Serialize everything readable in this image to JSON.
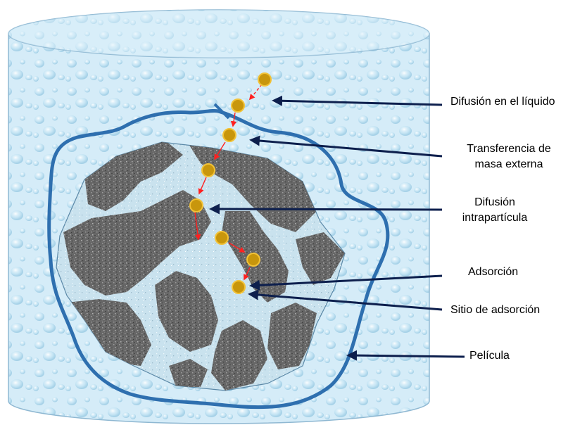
{
  "labels": {
    "liquid_diffusion": "Difusión en el líquido",
    "external_mass_transfer": [
      "Transferencia de",
      "masa externa"
    ],
    "intraparticle_diffusion": [
      "Difusión",
      "intrapartícula"
    ],
    "adsorption": "Adsorción",
    "adsorption_site": "Sitio de adsorción",
    "film": "Película"
  },
  "colors": {
    "liquid_fill": "#cfe9f7",
    "liquid_edge": "#8fb8d2",
    "film_line": "#2e6faf",
    "particle_fill": "#6e6e6e",
    "pore_fill": "#c8e0ec",
    "molecule_fill": "#c8960c",
    "molecule_edge": "#f2c237",
    "path_arrow": "#ff2020",
    "pointer_arrow": "#0d1f4d"
  },
  "icons": {
    "molecule": "adsorbate-molecule-icon",
    "arrow": "arrow-icon"
  }
}
